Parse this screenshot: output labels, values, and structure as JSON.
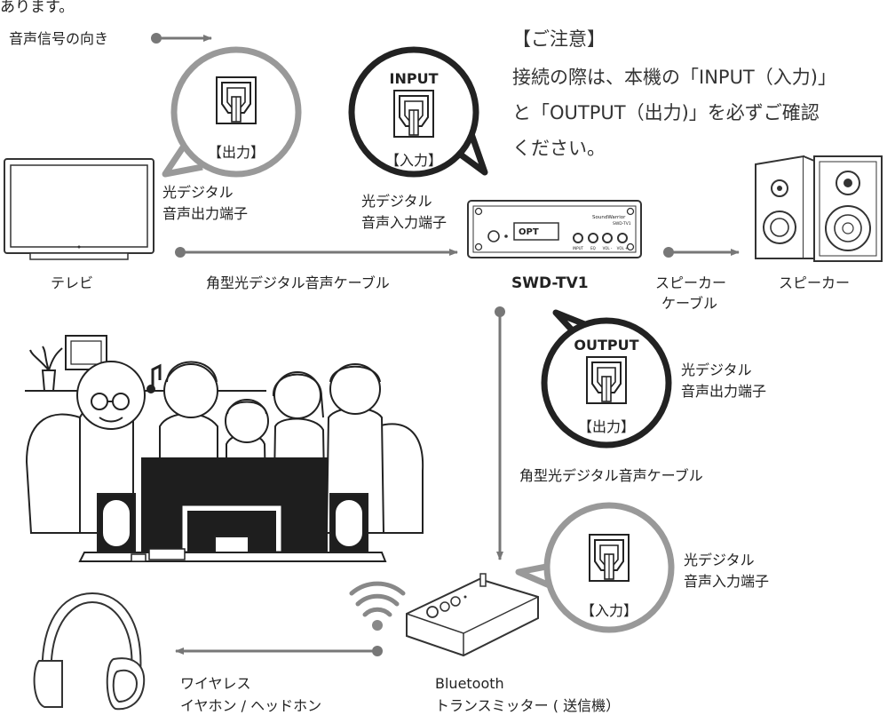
{
  "top_cut_text": "あります。",
  "legend": {
    "label": "音声信号の向き"
  },
  "notice": {
    "title": "【ご注意】",
    "lines": [
      "接続の際は、本機の「INPUT（入力)」",
      "と「OUTPUT（出力)」を必ずご確認",
      "ください。"
    ]
  },
  "bubbles": {
    "tv_out": {
      "tag": "【出力】"
    },
    "device_in": {
      "title": "INPUT",
      "tag": "【入力】"
    },
    "device_out": {
      "title": "OUTPUT",
      "tag": "【出力】"
    },
    "transmitter_in": {
      "tag": "【入力】"
    }
  },
  "terminals": {
    "tv_out": [
      "光デジタル",
      "音声出力端子"
    ],
    "device_in": [
      "光デジタル",
      "音声入力端子"
    ],
    "device_out": [
      "光デジタル",
      "音声出力端子"
    ],
    "transmitter_in": [
      "光デジタル",
      "音声入力端子"
    ]
  },
  "labels": {
    "tv": "テレビ",
    "cable_main": "角型光デジタル音声ケーブル",
    "device": "SWD-TV1",
    "speaker_cable": [
      "スピーカー",
      "ケーブル"
    ],
    "speaker": "スピーカー",
    "cable_vertical": "角型光デジタル音声ケーブル",
    "headphones": [
      "ワイヤレス",
      "イヤホン / ヘッドホン"
    ],
    "transmitter": [
      "Bluetooth",
      "トランスミッター ( 送信機）"
    ]
  },
  "device_panel": {
    "display": "OPT",
    "brand": "SoundWarrior",
    "model_small": "SWD-TV1",
    "knob_labels": [
      "INPUT",
      "EQ",
      "VOL -",
      "VOL +"
    ]
  }
}
